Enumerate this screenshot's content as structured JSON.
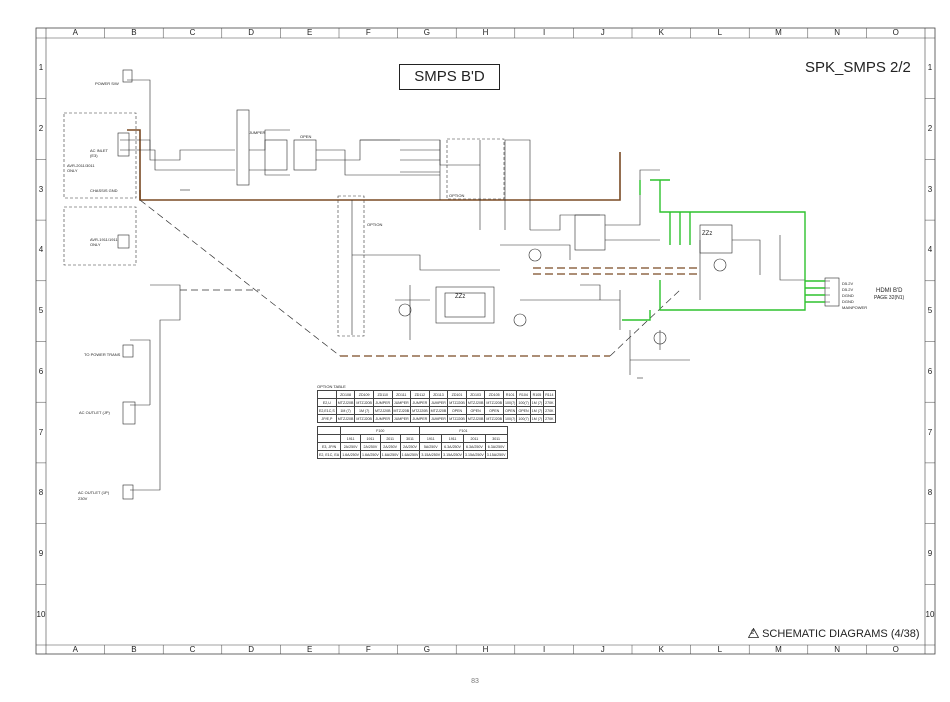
{
  "sheet": {
    "board_title": "SMPS B'D",
    "sheet_title": "SPK_SMPS 2/2",
    "footer_title": "SCHEMATIC DIAGRAMS (4/38)",
    "footer_mark": "2",
    "page_number": "83"
  },
  "grid": {
    "columns": [
      "A",
      "B",
      "C",
      "D",
      "E",
      "F",
      "G",
      "H",
      "I",
      "J",
      "K",
      "L",
      "M",
      "N",
      "O"
    ],
    "rows": [
      "1",
      "2",
      "3",
      "4",
      "5",
      "6",
      "7",
      "8",
      "9",
      "10"
    ]
  },
  "labels": {
    "power_sw": "POWER S/W",
    "ac_inlet": "AC INLET (E3)",
    "chassis_gnd": "CHASSIS GND",
    "avr_only_top": "AVR-2011/3011 ONLY",
    "avr_only_bottom": "AVR-1911/1911 ONLY",
    "to_power_trans": "TO POWER TRANS",
    "ac_outlet_jp": "AC OUTLET (JP)",
    "ac_outlet_1p": "AC OUTLET (1P)",
    "v230": "230V",
    "option_left": "OPTION",
    "option_right": "OPTION",
    "jumper": "JUMPER",
    "open": "OPEN",
    "hdmi_bd": "HDMI B'D",
    "hdmi_page": "PAGE 32(N1)",
    "hdmi_pins": [
      "D5.2V",
      "D5.2V",
      "DGND",
      "DGND",
      "MAINPOWER"
    ],
    "zzz": "ZZz"
  },
  "option_table": {
    "caption": "OPTION TABLE",
    "header": [
      "",
      "ZD108",
      "ZD109",
      "ZD110",
      "ZD111",
      "ZD112",
      "ZD113",
      "ZD101",
      "ZD103",
      "ZD105",
      "R101",
      "R104",
      "R105",
      "R114"
    ],
    "rows": [
      [
        "E2,U",
        "MTZJ20B",
        "MTZJ20B",
        "JUMPER",
        "JUMPER",
        "JUMPER",
        "JUMPER",
        "MTZJ20B",
        "MTZJ20B",
        "MTZJ20B",
        "100(7)",
        "100(7)",
        "1M (7)",
        "270K"
      ],
      [
        "E2,E1C,S",
        "1M (7)",
        "1M (7)",
        "MTZJ20B",
        "MTZJ20B",
        "MTZJ20B",
        "MTZJ20B",
        "OPEN",
        "OPEN",
        "OPEN",
        "OPEN",
        "OPEN",
        "1M (7)",
        "270K"
      ],
      [
        "JP/E,P",
        "MTZJ20B",
        "MTZJ20B",
        "JUMPER",
        "JUMPER",
        "JUMPER",
        "JUMPER",
        "MTZJ20B",
        "MTZJ20B",
        "MTZJ20B",
        "100(7)",
        "100(7)",
        "1M (7)",
        "270K"
      ]
    ]
  },
  "fuse_table": {
    "header_groups": [
      "",
      "F100",
      "F101"
    ],
    "header": [
      "",
      "1911",
      "1911",
      "2011",
      "3011",
      "1911",
      "1911",
      "2011",
      "3011"
    ],
    "rows": [
      [
        "E3, JP/N",
        "2A/250V",
        "2A/250V",
        "2A/250V",
        "2A/250V",
        "5A/250V",
        "6.3A/250V",
        "6.3A/250V",
        "6.3A/250V"
      ],
      [
        "E2, E1C, EA",
        "1.6A/250V",
        "1.6A/250V",
        "1.6A/250V",
        "1.6A/250V",
        "3.15A/250V",
        "3.15A/250V",
        "3.15A/250V",
        "3.15A/250V"
      ]
    ]
  },
  "colors": {
    "wire": "#2a2a2a",
    "ground_bus": "#7a4a24",
    "highlight": "#2ec22e",
    "frame": "#444444"
  }
}
